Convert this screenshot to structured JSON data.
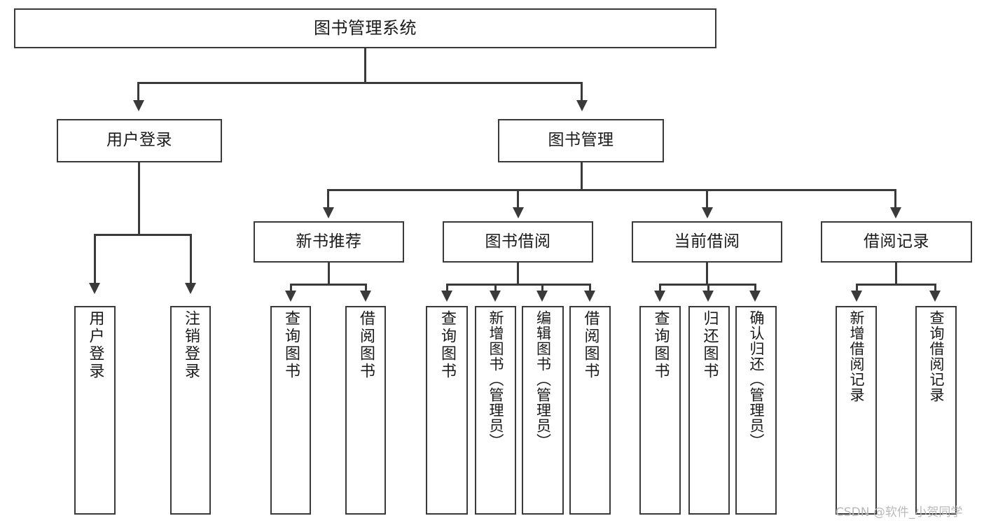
{
  "diagram": {
    "title": "图书管理系统",
    "type": "hierarchy-tree",
    "root": {
      "label": "图书管理系统"
    },
    "level2": [
      {
        "label": "用户登录"
      },
      {
        "label": "图书管理"
      }
    ],
    "level3": [
      {
        "label": "新书推荐"
      },
      {
        "label": "图书借阅"
      },
      {
        "label": "当前借阅"
      },
      {
        "label": "借阅记录"
      }
    ],
    "leaves": {
      "user_login": [
        {
          "label": "用户登录"
        },
        {
          "label": "注销登录"
        }
      ],
      "new_book_recommend": [
        {
          "label": "查询图书"
        },
        {
          "label": "借阅图书"
        }
      ],
      "book_borrow": [
        {
          "label": "查询图书"
        },
        {
          "label": "新增图书（管理员）"
        },
        {
          "label": "编辑图书（管理员）"
        },
        {
          "label": "借阅图书"
        }
      ],
      "current_borrow": [
        {
          "label": "查询图书"
        },
        {
          "label": "归还图书"
        },
        {
          "label": "确认归还（管理员）"
        }
      ],
      "borrow_record": [
        {
          "label": "新增借阅记录"
        },
        {
          "label": "查询借阅记录"
        }
      ]
    }
  },
  "watermark": {
    "text": "CSDN @软件_小贺同学"
  },
  "colors": {
    "stroke": "#3a3a3a",
    "background": "#ffffff",
    "text": "#1a1a1a",
    "watermark": "#b9b9b9"
  }
}
